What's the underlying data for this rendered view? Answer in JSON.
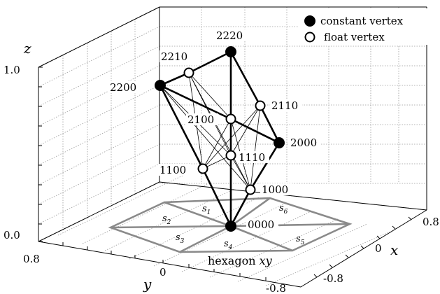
{
  "axes": {
    "z_label": "z",
    "x_label": "x",
    "y_label": "y",
    "z_ticks": [
      "1.0",
      "0.0"
    ],
    "x_ticks": [
      "0.8",
      "0",
      "-0.8"
    ],
    "y_ticks": [
      "0.8",
      "0",
      "-0.8"
    ]
  },
  "legend": {
    "constant": "constant vertex",
    "float": "float vertex"
  },
  "vertices": [
    {
      "id": "v2220",
      "label": "2220",
      "type": "constant"
    },
    {
      "id": "v2210",
      "label": "2210",
      "type": "float"
    },
    {
      "id": "v2200",
      "label": "2200",
      "type": "constant"
    },
    {
      "id": "v2110",
      "label": "2110",
      "type": "float"
    },
    {
      "id": "v2100",
      "label": "2100",
      "type": "float"
    },
    {
      "id": "v2000",
      "label": "2000",
      "type": "constant"
    },
    {
      "id": "v1110",
      "label": "1110",
      "type": "float"
    },
    {
      "id": "v1100",
      "label": "1100",
      "type": "float"
    },
    {
      "id": "v1000",
      "label": "1000",
      "type": "float"
    },
    {
      "id": "v0000",
      "label": "0000",
      "type": "constant"
    }
  ],
  "hexagon": {
    "caption_prefix": "hexagon",
    "caption_var": "xy",
    "segments": [
      {
        "base": "s",
        "sub": "1"
      },
      {
        "base": "s",
        "sub": "2"
      },
      {
        "base": "s",
        "sub": "3"
      },
      {
        "base": "s",
        "sub": "4"
      },
      {
        "base": "s",
        "sub": "5"
      },
      {
        "base": "s",
        "sub": "6"
      }
    ]
  }
}
